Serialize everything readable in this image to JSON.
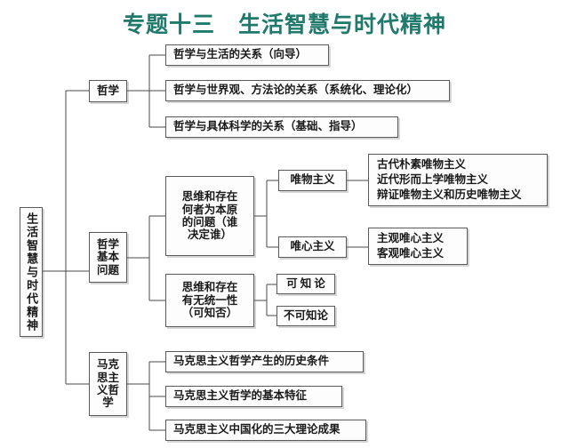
{
  "title": "专题十三　生活智慧与时代精神",
  "colors": {
    "title": "#1f7a6c",
    "box_border": "#5a5a5a",
    "box_fill": "#fdfdfd",
    "line": "#4a4a4a",
    "text": "#1a1a1a"
  },
  "root": {
    "label": "生活智慧与时代精神"
  },
  "branches": {
    "philosophy": {
      "label": "哲学",
      "children": [
        {
          "label": "哲学与生活的关系（向导）"
        },
        {
          "label": "哲学与世界观、方法论的关系（系统化、理论化）"
        },
        {
          "label": "哲学与具体科学的关系（基础、指导）"
        }
      ]
    },
    "basic_question": {
      "label_lines": [
        "哲学",
        "基本",
        "问题"
      ],
      "children": [
        {
          "label_lines": [
            "思维和存在",
            "何者为本原",
            "的问题（谁",
            "决定谁）"
          ],
          "children": [
            {
              "label": "唯物主义",
              "detail_lines": [
                "古代朴素唯物主义",
                "近代形而上学唯物主义",
                "辩证唯物主义和历史唯物主义"
              ]
            },
            {
              "label": "唯心主义",
              "detail_lines": [
                "主观唯心主义",
                "客观唯心主义"
              ]
            }
          ]
        },
        {
          "label_lines": [
            "思维和存在",
            "有无统一性",
            "（可知否）"
          ],
          "children": [
            {
              "label": "可 知 论"
            },
            {
              "label": "不可知论"
            }
          ]
        }
      ]
    },
    "marxist_philosophy": {
      "label_lines": [
        "马克",
        "思主",
        "义哲",
        "学"
      ],
      "children": [
        {
          "label": "马克思主义哲学产生的历史条件"
        },
        {
          "label": "马克思主义哲学的基本特征"
        },
        {
          "label": "马克思主义中国化的三大理论成果"
        }
      ]
    }
  }
}
